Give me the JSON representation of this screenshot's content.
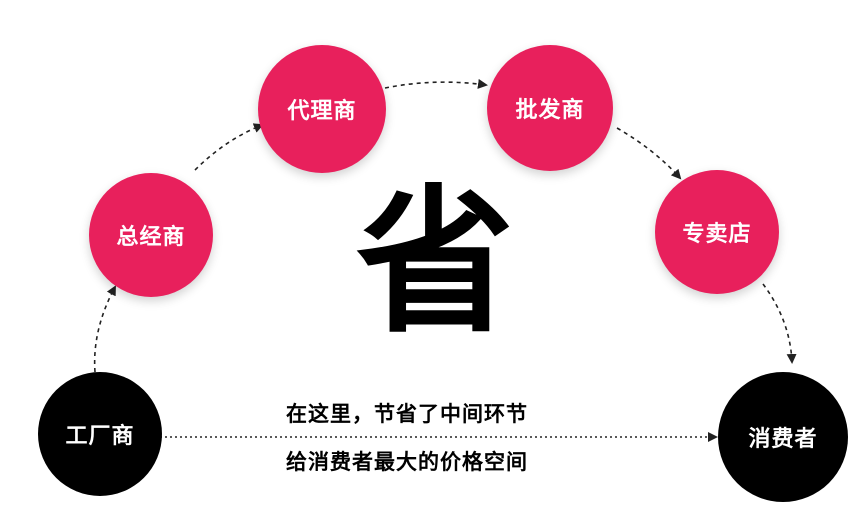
{
  "nodes": {
    "factory": "工厂商",
    "general_dealer": "总经商",
    "agent": "代理商",
    "wholesaler": "批发商",
    "store": "专卖店",
    "consumer": "消费者"
  },
  "center_char": "省",
  "caption": {
    "line1": "在这里，节省了中间环节",
    "line2": "给消费者最大的价格空间"
  },
  "colors": {
    "pink_node": "#e8205c",
    "black_node": "#000000",
    "arrow": "#222222"
  }
}
